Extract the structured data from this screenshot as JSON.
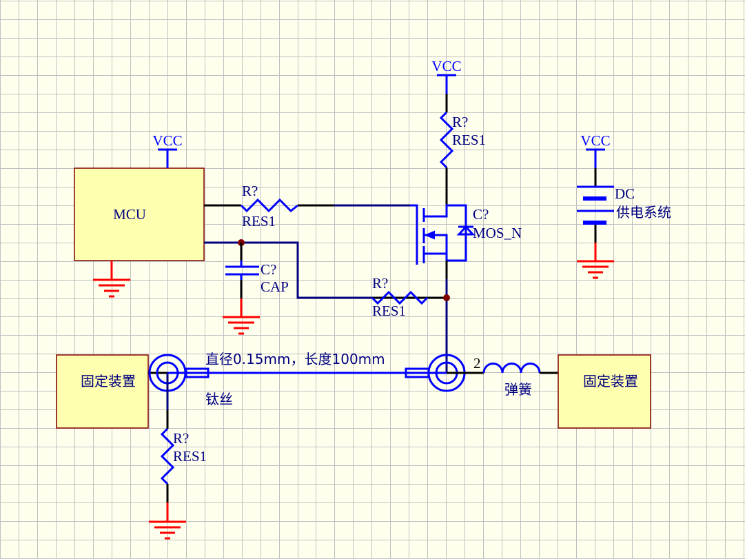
{
  "title": "Schematic: MOSFET-driven titanium wire heater with MCU",
  "colors": {
    "background": "#ffffee",
    "grid": "#c0c0c0",
    "component_box_fill": "#ffffb0",
    "component_box_border": "#800000",
    "symbol_blue": "#0000ff",
    "wire_black": "#000000",
    "wire_navy": "#000080",
    "ground_red": "#ff0000",
    "junction": "#800000"
  },
  "components": {
    "mcu": {
      "label": "MCU"
    },
    "vcc_mcu": {
      "label": "VCC"
    },
    "vcc_drain": {
      "label": "VCC"
    },
    "vcc_supply": {
      "label": "VCC"
    },
    "r_gate": {
      "designator": "R?",
      "value": "RES1"
    },
    "r_pullup": {
      "designator": "R?",
      "value": "RES1"
    },
    "r_feedback": {
      "designator": "R?",
      "value": "RES1"
    },
    "r_bottom": {
      "designator": "R?",
      "value": "RES1"
    },
    "cap": {
      "designator": "C?",
      "value": "CAP"
    },
    "mosfet": {
      "designator": "C?",
      "value": "MOS_N"
    },
    "dc_supply": {
      "label_line1": "DC",
      "label_line2": "供电系统"
    },
    "fixture_left": {
      "label": "固定装置"
    },
    "fixture_right": {
      "label": "固定装置"
    },
    "wire_spec": {
      "label": "直径0.15mm，长度100mm"
    },
    "titanium_wire": {
      "label": "钛丝"
    },
    "spring": {
      "label": "弹簧",
      "pin": "2"
    }
  }
}
